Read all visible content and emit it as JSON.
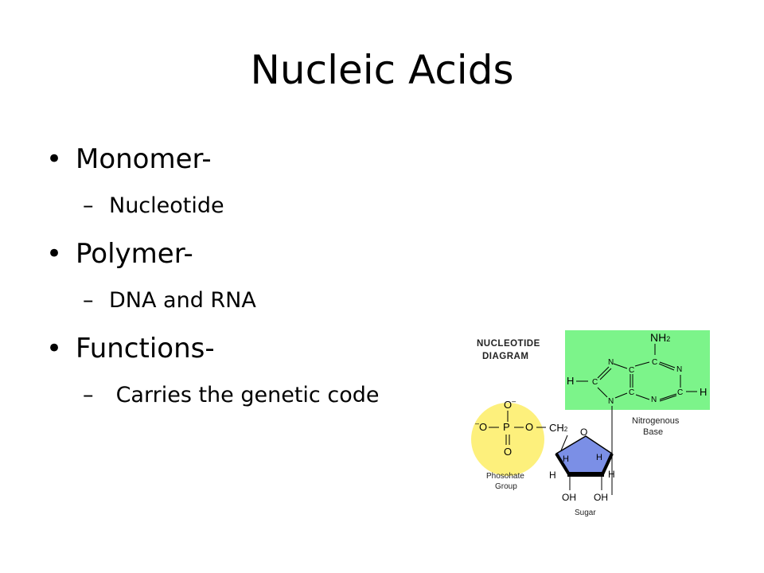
{
  "slide": {
    "title": "Nucleic Acids",
    "bullets": [
      {
        "text": "Monomer-",
        "sub": "Nucleotide"
      },
      {
        "text": "Polymer-",
        "sub": "DNA and RNA"
      },
      {
        "text": "Functions-",
        "sub": " Carries the genetic code"
      }
    ]
  },
  "diagram": {
    "title_line1": "NUCLEOTIDE",
    "title_line2": "DIAGRAM",
    "phosphate_label_line1": "Phosohate",
    "phosphate_label_line2": "Group",
    "base_label_line1": "Nitrogenous",
    "base_label_line2": "Base",
    "sugar_label": "Sugar",
    "atoms": {
      "o": "O",
      "p": "P",
      "n": "N",
      "c": "C",
      "h": "H",
      "ch2": "CH",
      "sub2": "2",
      "nh2": "NH",
      "oh": "OH",
      "minus": "–"
    },
    "colors": {
      "phosphate": "#fdf07c",
      "base": "#7cf48a",
      "sugar": "#7b8fe6"
    }
  }
}
